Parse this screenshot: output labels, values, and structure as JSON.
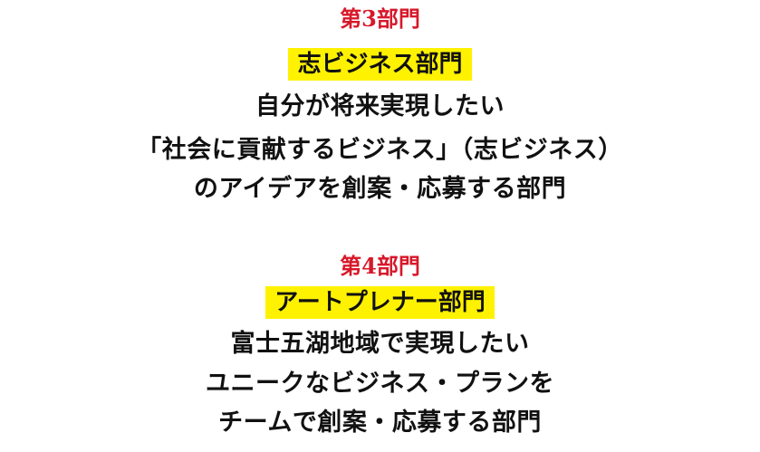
{
  "sections": [
    {
      "heading": "第3部門",
      "title": "志ビジネス部門",
      "lines": [
        "自分が将来実現したい",
        "「社会に貢献するビジネス」（志ビジネス）",
        "のアイデアを創案・応募する部門"
      ]
    },
    {
      "heading": "第4部門",
      "title": "アートプレナー部門",
      "lines": [
        "富士五湖地域で実現したい",
        "ユニークなビジネス・プランを",
        "チームで創案・応募する部門"
      ]
    }
  ],
  "colors": {
    "heading": "#d7182a",
    "highlight": "#fff200",
    "text": "#111111",
    "background": "#ffffff"
  }
}
